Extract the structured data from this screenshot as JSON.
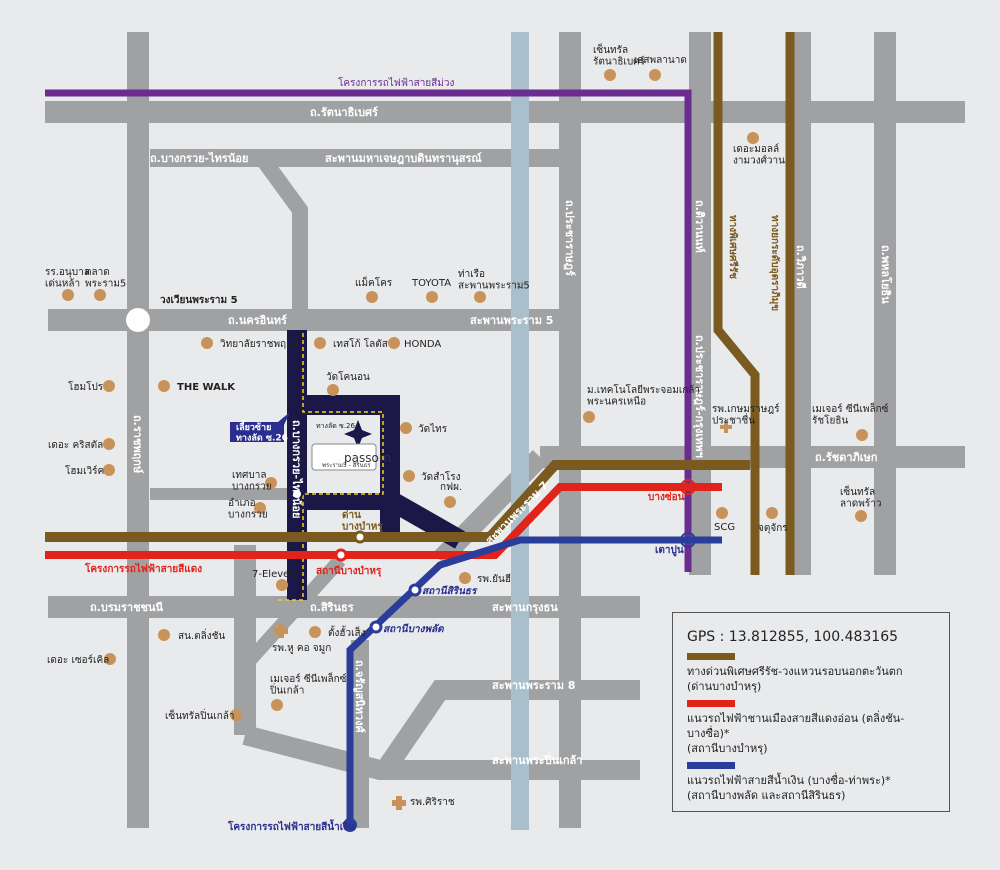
{
  "roads": {
    "rattanathibet": "ถ.รัตนาธิเบศร์",
    "bangkruai_sainoi": "ถ.บางกรวย-ไทรน้อย",
    "maha_chesada": "สะพานมหาเจษฎาบดินทรานุสรณ์",
    "nakhon_in": "ถ.นครอินทร์",
    "rama5_bridge": "สะพานพระราม 5",
    "rama5_circle": "วงเวียนพระราม 5",
    "ratchaphruek": "ถ.ราชพฤกษ์",
    "bangkruai_sainoi_v": "ถ.บางกรวย-ไทรน้อย",
    "borommaratchachonnani": "ถ.บรมราชชนนี",
    "sirindhorn": "ถ.สิรินธร",
    "krungthon_bridge": "สะพานกรุงธน",
    "rama8_bridge": "สะพานพระราม 8",
    "pinklao_bridge": "สะพานพระปิ่นเกล้า",
    "rama7_bridge": "สะพานพระราม 7",
    "charansanitwong": "ถ.จรัญสนิทวงศ์",
    "pracharat": "ถ.ประชาราษฎร์",
    "tiwanon": "ถ.ติวานนท์",
    "pracharat_bamphen": "ถ.ประชาราษฎร์-กรุงเทพฯ",
    "sirat_exp": "ทางพิเศษศรีรัช",
    "uttaraphimuk": "ทางยกระดับอุตราภิมุข",
    "vibhavadi": "ถ.วิภาวดี",
    "phahonyothin": "ถ.พหลโยธิน",
    "ratchadaphisek": "ถ.รัชดาภิเษก",
    "toll_bangbamru": "ด่าน\nบางบำหรุ"
  },
  "lines": {
    "purple": "โครงการรถไฟฟ้าสายสีม่วง",
    "red": "โครงการรถไฟฟ้าสายสีแดง",
    "blue": "โครงการรถไฟฟ้าสายสีน้ำเงิน",
    "st_bangbamru": "สถานีบางบำหรุ",
    "st_sirindhorn": "สถานีสิรินธร",
    "st_bangphlat": "สถานีบางพลัด",
    "st_bangson": "บางซ่อน",
    "st_taopoon": "เตาปูน"
  },
  "places": {
    "central_rattanathibet": "เซ็นทรัล\nรัตนาธิเบศร์",
    "esplanade": "เอสพลานาด",
    "the_mall": "เดอะมอลล์\nงามวงศ์วาน",
    "anuban": "รร.อนุบาล\nเด่นหล้า",
    "talad_rama5": "ตลาด\nพระราม5",
    "makro": "แม็คโคร",
    "toyota": "TOYOTA",
    "pier": "ท่าเรือ\nสะพานพระราม5",
    "ratchaphruek_college": "วิทยาลัยราชพฤกษ์",
    "lotus": "เทสโก้ โลตัส",
    "honda": "HONDA",
    "homepro": "โฮมโปร",
    "the_walk": "THE WALK",
    "wat_khanon": "วัดโคนอน",
    "wat_sai": "วัดไทร",
    "wat_samrong": "วัดสำโรง",
    "egat": "กฟผ.",
    "the_crystal": "เดอะ คริสตัล",
    "homeworks": "โฮมเวิร์ค",
    "municipality": "เทศบาล\nบางกรวย",
    "district": "อำเภอ\nบางกรวย",
    "seven": "7-Eleven",
    "kmutnb": "ม.เทคโนโลยีพระจอมเกล้า\nพระนครเหนือ",
    "kasemrad": "รพ.เกษมราษฎร์\nประชาชื่น",
    "major_ratchayothin": "เมเจอร์ ซีนีเพล็กซ์\nรัชโยธิน",
    "central_ladprao": "เซ็นทรัล\nลาดพร้าว",
    "scg": "SCG",
    "chatuchak": "จตุจักร",
    "yanhee": "รพ.ยันฮี",
    "talingchan_station": "สน.ตลิ่งชัน",
    "ent_hospital": "รพ.หู คอ จมูก",
    "tang_hua_seng": "ตั้งฮั้วเส็ง",
    "the_circle": "เดอะ เซอร์เคิล",
    "major_pinklao": "เมเจอร์ ซีนีเพล็กซ์\nปิ่นเกล้า",
    "central_pinklao": "เซ็นทรัลปิ่นเกล้า",
    "siriraj": "รพ.ศิริราช"
  },
  "project": {
    "name": "passorn",
    "sub": "พระราม5 - สิรินธร",
    "soi": "ทางลัด ซ.26",
    "callout": "เลี้ยวซ้าย\nทางลัด ซ.26"
  },
  "legend": {
    "gps": "GPS : 13.812855, 100.483165",
    "items": [
      {
        "label": "ทางด่วนพิเศษศรีรัช-วงแหวนรอบนอกตะวันตก\n(ด่านบางบำหรุ)",
        "color": "#7a5a1e"
      },
      {
        "label": "แนวรถไฟฟ้าชานเมืองสายสีแดงอ่อน (ตลิ่งชัน-บางซื่อ)*\n(สถานีบางบำหรุ)",
        "color": "#e2231a"
      },
      {
        "label": "แนวรถไฟฟ้าสายสีน้ำเงิน (บางซื่อ-ท่าพระ)*\n(สถานีบางพลัด และสถานีสิรินธร)",
        "color": "#2a3d9a"
      }
    ]
  },
  "colors": {
    "road": "#a0a1a3",
    "river": "#a9bfcc",
    "navy": "#1b1848",
    "brown": "#7a5a1e",
    "red": "#e2231a",
    "blue": "#2a3d9a",
    "purple": "#6a2c91",
    "poi": "#c8935a"
  }
}
